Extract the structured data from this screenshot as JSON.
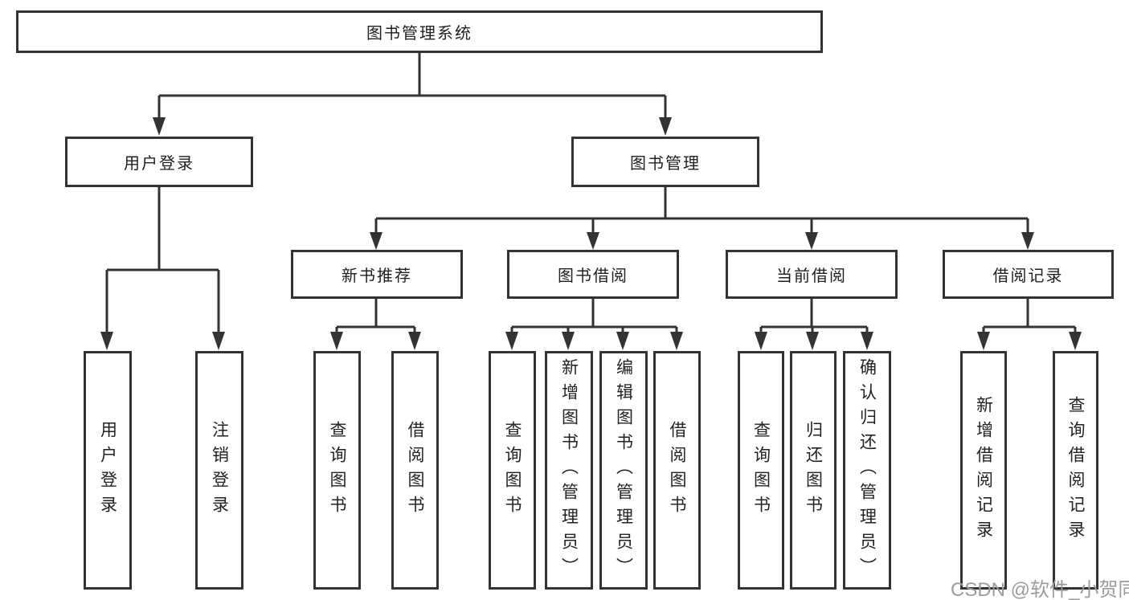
{
  "diagram": {
    "root": {
      "label": "图书管理系统"
    },
    "user_login": {
      "label": "用户登录",
      "children": {
        "login": {
          "label": "用户登录"
        },
        "logout": {
          "label": "注销登录"
        }
      }
    },
    "book_management": {
      "label": "图书管理",
      "new_book_recommend": {
        "label": "新书推荐",
        "children": {
          "query_books": {
            "label": "查询图书"
          },
          "borrow_books": {
            "label": "借阅图书"
          }
        }
      },
      "book_borrowing": {
        "label": "图书借阅",
        "children": {
          "query_books": {
            "label": "查询图书"
          },
          "add_books_admin": {
            "label": "新增图书（管理员）"
          },
          "edit_books_admin": {
            "label": "编辑图书（管理员）"
          },
          "borrow_books": {
            "label": "借阅图书"
          }
        }
      },
      "current_borrowing": {
        "label": "当前借阅",
        "children": {
          "query_books": {
            "label": "查询图书"
          },
          "return_books": {
            "label": "归还图书"
          },
          "confirm_return_admin": {
            "label": "确认归还（管理员）"
          }
        }
      },
      "borrowing_records": {
        "label": "借阅记录",
        "children": {
          "add_borrow_record": {
            "label": "新增借阅记录"
          },
          "query_borrow_record": {
            "label": "查询借阅记录"
          }
        }
      }
    }
  },
  "watermark": {
    "text": "CSDN @软件_小贺同学"
  },
  "colors": {
    "line": "#333333",
    "box_border": "#333333",
    "box_background": "#ffffff",
    "text": "#1f1f1f",
    "watermark": "#9b9b9b",
    "page_background": "#ffffff"
  }
}
